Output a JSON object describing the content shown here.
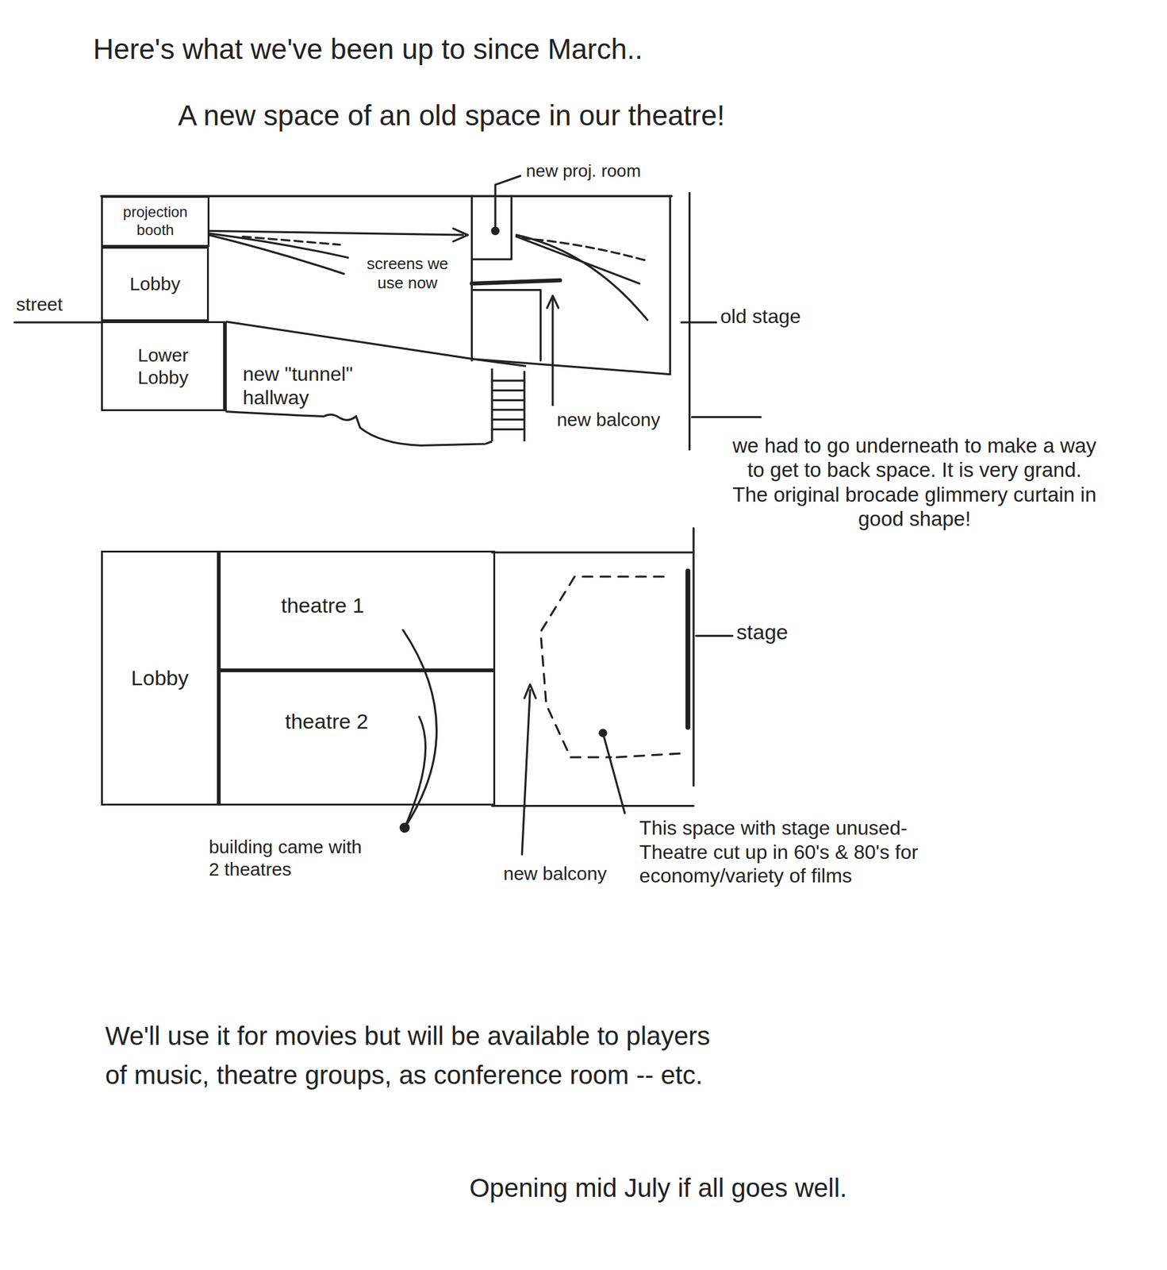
{
  "diagram": {
    "title": "Here's what we've been up to since March..",
    "nodes": [
      {
        "text": [
          "projection booth"
        ]
      },
      {
        "text": [
          "Lobby"
        ]
      },
      {
        "text": [
          "Lower Lobby"
        ]
      },
      {
        "text": [
          "new \"tunnel\" hallway"
        ]
      },
      {
        "text": [
          "Lobby"
        ]
      },
      {
        "text": [
          "theatre 1"
        ]
      },
      {
        "text": [
          "theatre 2"
        ]
      }
    ],
    "labels": [
      "A new space of an old space in our theatre!",
      "street",
      "screens we use now",
      "new proj. room",
      "old stage",
      "new balcony",
      "we had to go underneath to make a way to get to back space. It is very grand. The original brocade glimmery curtain in good shape!",
      "stage",
      "building came with 2 theatres",
      "new balcony",
      "This space with stage unused- Theatre cut up in 60's & 80's for economy/variety of films",
      "We'll use it for movies but will be available to players of music, theatre groups, as conference room -- etc.",
      "Opening mid July if all goes well."
    ]
  }
}
